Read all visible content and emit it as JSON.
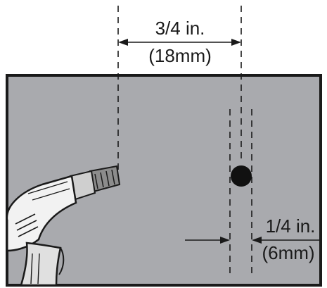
{
  "dimensions": {
    "top": {
      "value_label": "3/4 in.",
      "metric_label": "(18mm)"
    },
    "side": {
      "value_label": "1/4 in.",
      "metric_label": "(6mm)"
    }
  },
  "colors": {
    "board_fill": "#a9aaae",
    "board_outline": "#1a1a1a",
    "hole_fill": "#111111",
    "line_color": "#1a1a1a",
    "drill_body": "#f2f2f2",
    "drill_shadow": "#d0d0d0",
    "chuck_color": "#8c8c8c"
  },
  "icons": {
    "tool": "power-drill-icon",
    "hole": "drilled-hole-icon"
  }
}
